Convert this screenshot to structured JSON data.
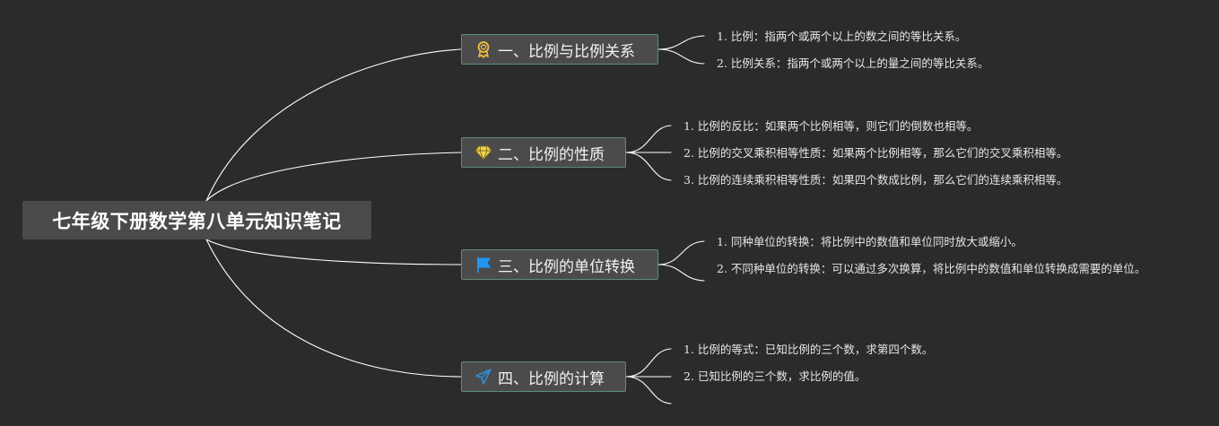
{
  "root": {
    "title": "七年级下册数学第八单元知识笔记"
  },
  "branches": [
    {
      "label": "一、比例与比例关系",
      "icon": "award-medal-icon",
      "icon_color": "#f0c040",
      "items": [
        "1. 比例：指两个或两个以上的数之间的等比关系。",
        "2. 比例关系：指两个或两个以上的量之间的等比关系。"
      ]
    },
    {
      "label": "二、比例的性质",
      "icon": "diamond-icon",
      "icon_color": "#f2d64b",
      "items": [
        "1. 比例的反比：如果两个比例相等，则它们的倒数也相等。",
        "2. 比例的交叉乘积相等性质：如果两个比例相等，那么它们的交叉乘积相等。",
        "3. 比例的连续乘积相等性质：如果四个数成比例，那么它们的连续乘积相等。"
      ]
    },
    {
      "label": "三、比例的单位转换",
      "icon": "flag-icon",
      "icon_color": "#2196f3",
      "items": [
        "1. 同种单位的转换：将比例中的数值和单位同时放大或缩小。",
        "2. 不同种单位的转换：可以通过多次换算，将比例中的数值和单位转换成需要的单位。"
      ]
    },
    {
      "label": "四、比例的计算",
      "icon": "paper-plane-icon",
      "icon_color": "#2f8ed8",
      "items": [
        "1. 比例的等式：已知比例的三个数，求第四个数。",
        "2. 已知比例的三个数，求比例的值。"
      ]
    }
  ],
  "colors": {
    "background": "#2b2b2b",
    "connector": "#ffffff",
    "branch_border": "#5a8f74",
    "branch_fill": "#4b4b4b",
    "root_fill": "#4a4a4a"
  }
}
